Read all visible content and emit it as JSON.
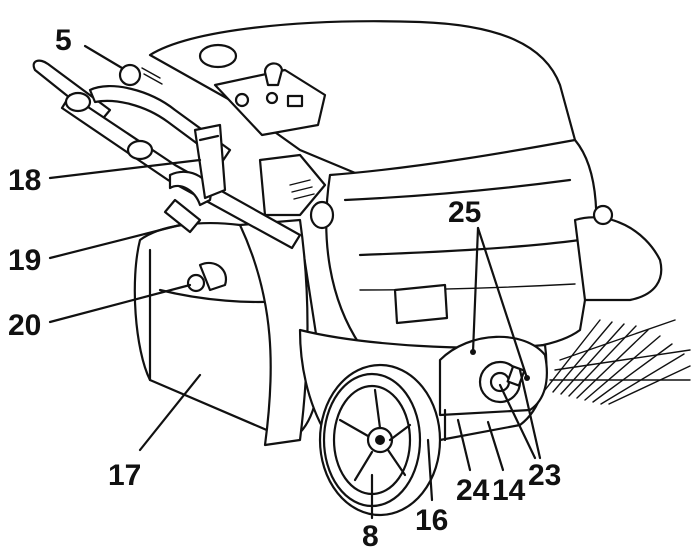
{
  "callouts": {
    "c5": "5",
    "c18": "18",
    "c19": "19",
    "c20": "20",
    "c17": "17",
    "c8": "8",
    "c16": "16",
    "c24": "24",
    "c14": "14",
    "c23": "23",
    "c25": "25"
  }
}
